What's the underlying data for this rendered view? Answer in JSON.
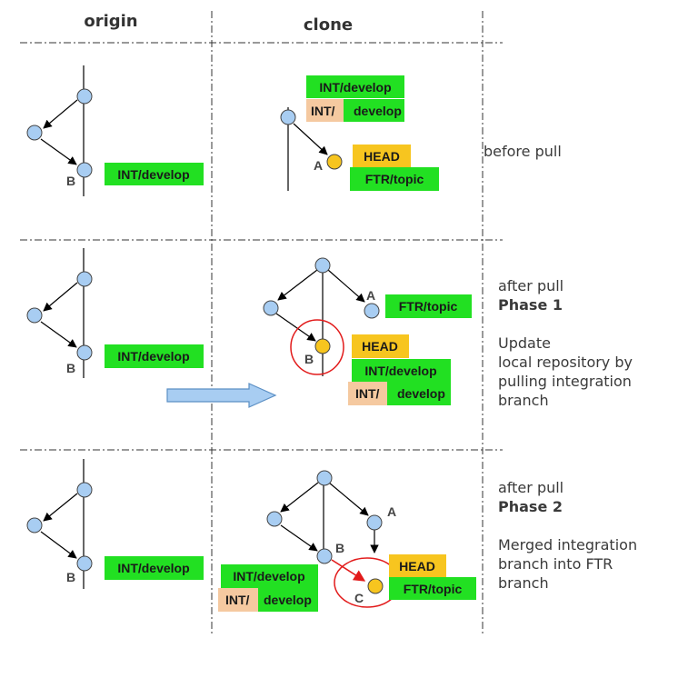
{
  "headers": {
    "origin": "origin",
    "clone": "clone"
  },
  "colors": {
    "node_blue": "#a8cdf2",
    "node_yellow": "#f7c51f",
    "tag_green": "#22e022",
    "tag_peach": "#f5c9a0",
    "tag_head": "#f7c51f",
    "merge_arrow": "#e21b1b",
    "circle_red": "#e21b1b",
    "big_arrow_fill": "#a8cdf2"
  },
  "labels": {
    "int_develop": "INT/develop",
    "int_prefix": "INT/",
    "develop_suffix": "develop",
    "ftr_topic": "FTR/topic",
    "head": "HEAD",
    "node_a": "A",
    "node_b": "B",
    "node_c": "C"
  },
  "notes": {
    "row1": "before pull",
    "row2_line1": "after pull",
    "row2_line2": "Phase 1",
    "row2_desc1": "Update",
    "row2_desc2": "local repository by",
    "row2_desc3": "pulling integration",
    "row2_desc4": "branch",
    "row3_line1": "after pull",
    "row3_line2": "Phase 2",
    "row3_desc1": "Merged integration",
    "row3_desc2": "branch into FTR",
    "row3_desc3": "branch"
  }
}
